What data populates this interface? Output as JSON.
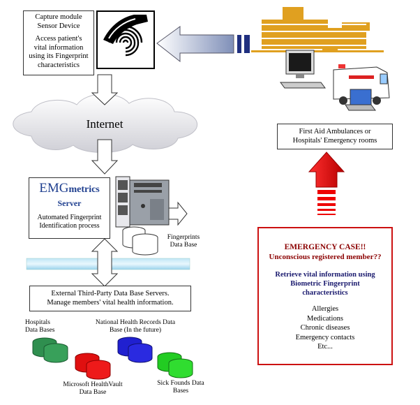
{
  "capture_box": {
    "line1": "Capture module",
    "line2": "Sensor Device",
    "line3": "Access patient's",
    "line4": "vital information",
    "line5": "using its Fingerprint",
    "line6": "characteristics"
  },
  "internet_label": "Internet",
  "emg_box": {
    "logo_main": "EMG",
    "logo_rest": "metrics",
    "server": "Server",
    "line1": "Automated Fingerprint",
    "line2": "Identification process"
  },
  "fingerprints_db": {
    "line1": "Fingerprints",
    "line2": "Data Base"
  },
  "external_box": {
    "line1": "External Third-Party Data Base Servers.",
    "line2": "Manage members' vital health information."
  },
  "databases": {
    "hospitals": {
      "line1": "Hospitals",
      "line2": "Data Bases"
    },
    "national": {
      "line1": "National Health Records Data",
      "line2": "Base (In the future)"
    },
    "healthvault": {
      "line1": "Microsoft HealthVault",
      "line2": "Data Base"
    },
    "sick_funds": {
      "line1": "Sick Founds Data",
      "line2": "Bases"
    }
  },
  "first_aid_box": {
    "line1": "First Aid Ambulances or",
    "line2": "Hospitals' Emergency rooms"
  },
  "emergency_box": {
    "title1": "EMERGENCY CASE!!",
    "title2": "Unconscious registered member??",
    "sub1": "Retrieve vital information using",
    "sub2": "Biometric Fingerprint",
    "sub3": "characteristics",
    "items": [
      "Allergies",
      "Medications",
      "Chronic diseases",
      "Emergency contacts",
      "Etc..."
    ]
  },
  "colors": {
    "db_green": "#2f8f4f",
    "db_red": "#e01010",
    "db_blue": "#2020d0",
    "db_lime": "#22cc22",
    "emergency_border": "#cc1111",
    "emergency_title": "#8b0000",
    "emergency_sub": "#1a1a6e",
    "red_arrow": "#dd0000",
    "building": "#e0a020",
    "logo_blue": "#1f3f8f"
  }
}
